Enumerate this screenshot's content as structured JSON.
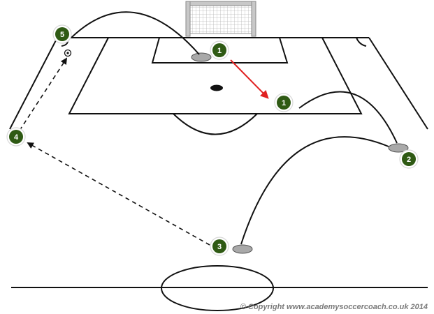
{
  "diagram": {
    "colors": {
      "line": "#111111",
      "pass_arrow": "#e02020",
      "player_fill": "#2f5a14",
      "cone_fill": "#a9a9a9",
      "goal_net": "#c8c8c8"
    },
    "players": [
      {
        "id": "p1-start",
        "label": "1"
      },
      {
        "id": "p1-end",
        "label": "1"
      },
      {
        "id": "p2",
        "label": "2"
      },
      {
        "id": "p3",
        "label": "3"
      },
      {
        "id": "p4",
        "label": "4"
      },
      {
        "id": "p5",
        "label": "5"
      }
    ],
    "copyright": "© Copyright www.academysoccercoach.co.uk 2014"
  }
}
